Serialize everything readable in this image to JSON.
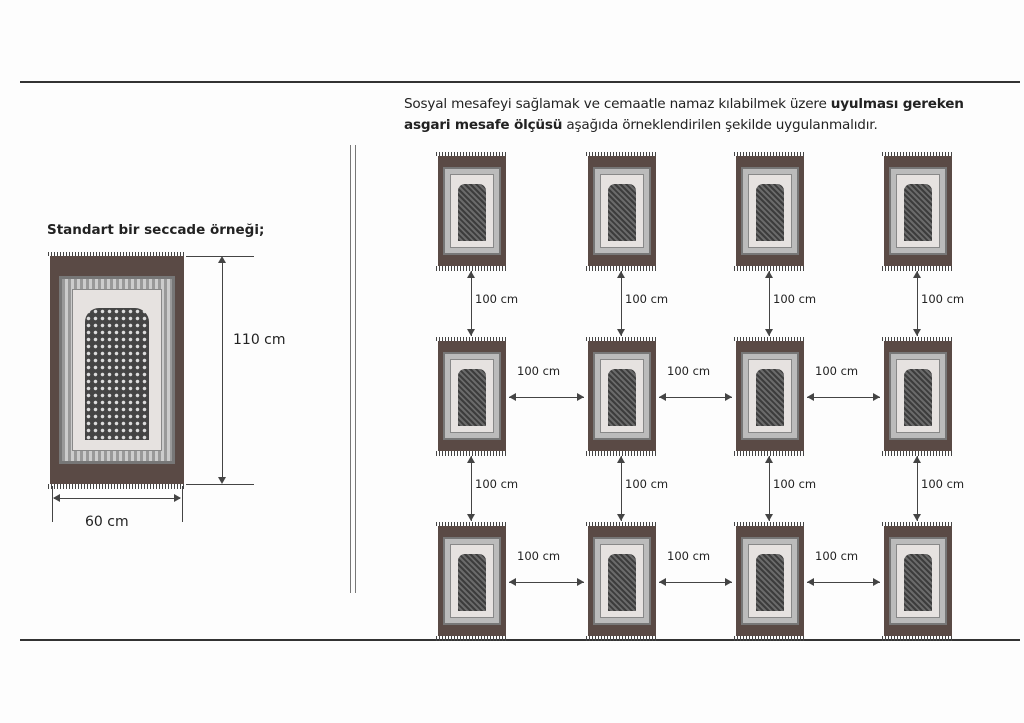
{
  "intro": {
    "part1": "Sosyal mesafeyi sağlamak ve cemaatle namaz kılabilmek üzere ",
    "bold": "uyulması gereken asgari mesafe ölçüsü",
    "part2": " aşağıda örneklendirilen şekilde uygulanmalıdır."
  },
  "standard": {
    "title": "Standart bir seccade örneği;",
    "height_label": "110 cm",
    "width_label": "60 cm"
  },
  "grid": {
    "rows": 3,
    "columns": 4,
    "distance_label": "100 cm"
  }
}
